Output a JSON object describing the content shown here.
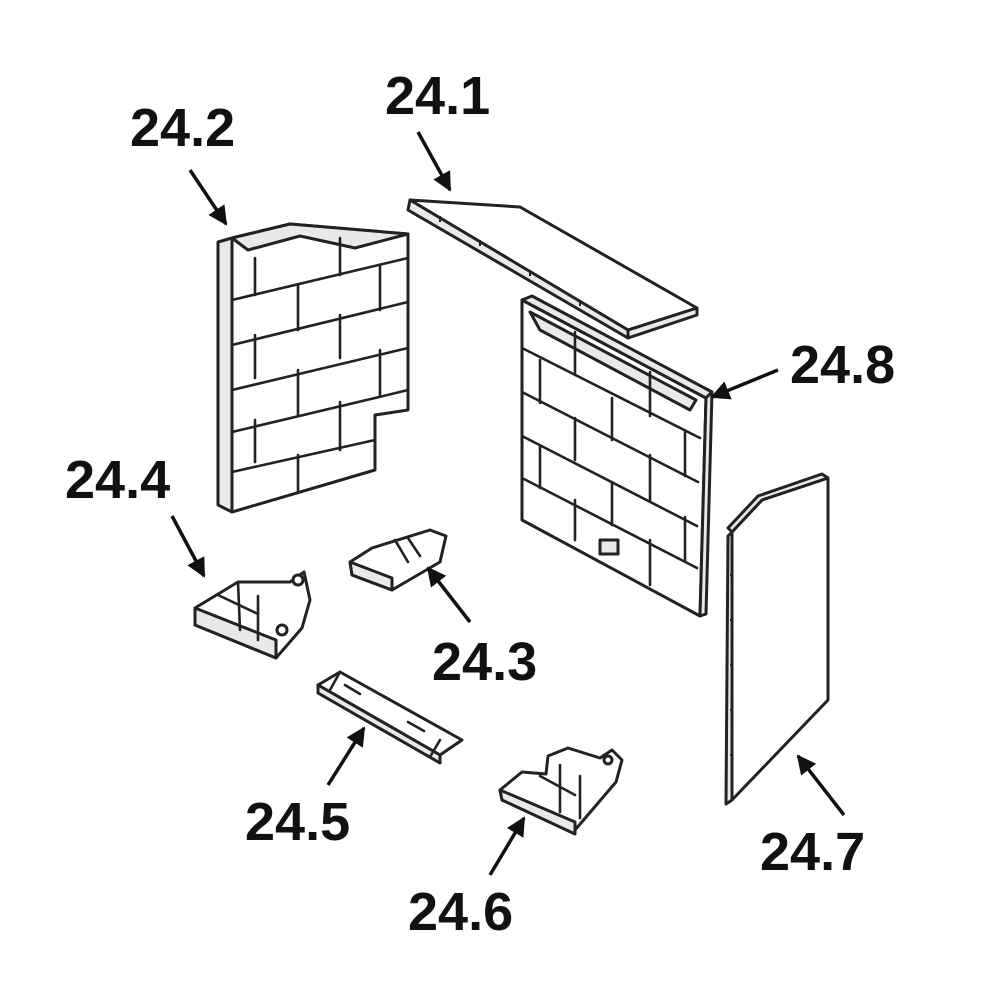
{
  "labels": {
    "baffle_top": "24.1",
    "left_side_wall": "24.2",
    "center_log_support": "24.3",
    "left_front_hearth": "24.4",
    "center_hearth_bar": "24.5",
    "right_front_hearth": "24.6",
    "right_side_panel": "24.7",
    "rear_wall": "24.8"
  }
}
